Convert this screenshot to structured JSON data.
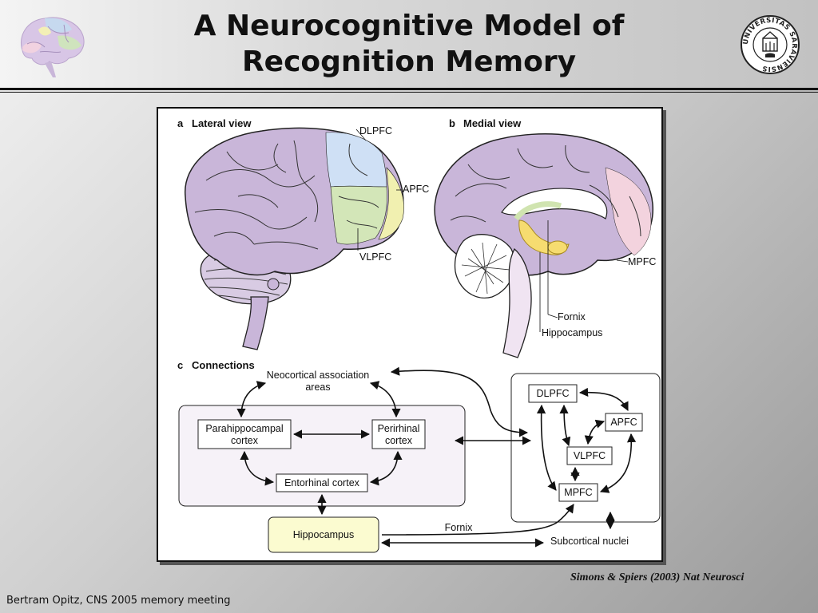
{
  "slide": {
    "title_line1": "A Neurocognitive Model of",
    "title_line2": "Recognition Memory",
    "citation": "Simons & Spiers (2003) Nat Neurosci",
    "footer": "Bertram Opitz, CNS 2005 memory meeting"
  },
  "seal": {
    "text": "UNIVERSITAS SARAVIENSIS"
  },
  "figure": {
    "panel_a": {
      "letter": "a",
      "title": "Lateral view",
      "labels": [
        "DLPFC",
        "APFC",
        "VLPFC"
      ]
    },
    "panel_b": {
      "letter": "b",
      "title": "Medial view",
      "labels": [
        "MPFC",
        "Fornix",
        "Hippocampus"
      ]
    },
    "panel_c": {
      "letter": "c",
      "title": "Connections",
      "nodes": {
        "neocortical_line1": "Neocortical association",
        "neocortical_line2": "areas",
        "parahippocampal_line1": "Parahippocampal",
        "parahippocampal_line2": "cortex",
        "perirhinal_line1": "Perirhinal",
        "perirhinal_line2": "cortex",
        "entorhinal": "Entorhinal cortex",
        "hippocampus": "Hippocampus",
        "dlpfc": "DLPFC",
        "apfc": "APFC",
        "vlpfc": "VLPFC",
        "mpfc": "MPFC",
        "subcortical": "Subcortical nuclei",
        "fornix": "Fornix"
      }
    }
  },
  "colors": {
    "dlpfc": "#cfe0f5",
    "vlpfc": "#d3e6b8",
    "apfc": "#f1f0b0",
    "mpfc": "#f3d3de",
    "hippocampus": "#f6dc70",
    "fornix": "#d0e4b0",
    "cortex": "#c9b6d9",
    "hippocampus_box": "#fbfbd0",
    "mtl_box": "#f6f2f8"
  }
}
